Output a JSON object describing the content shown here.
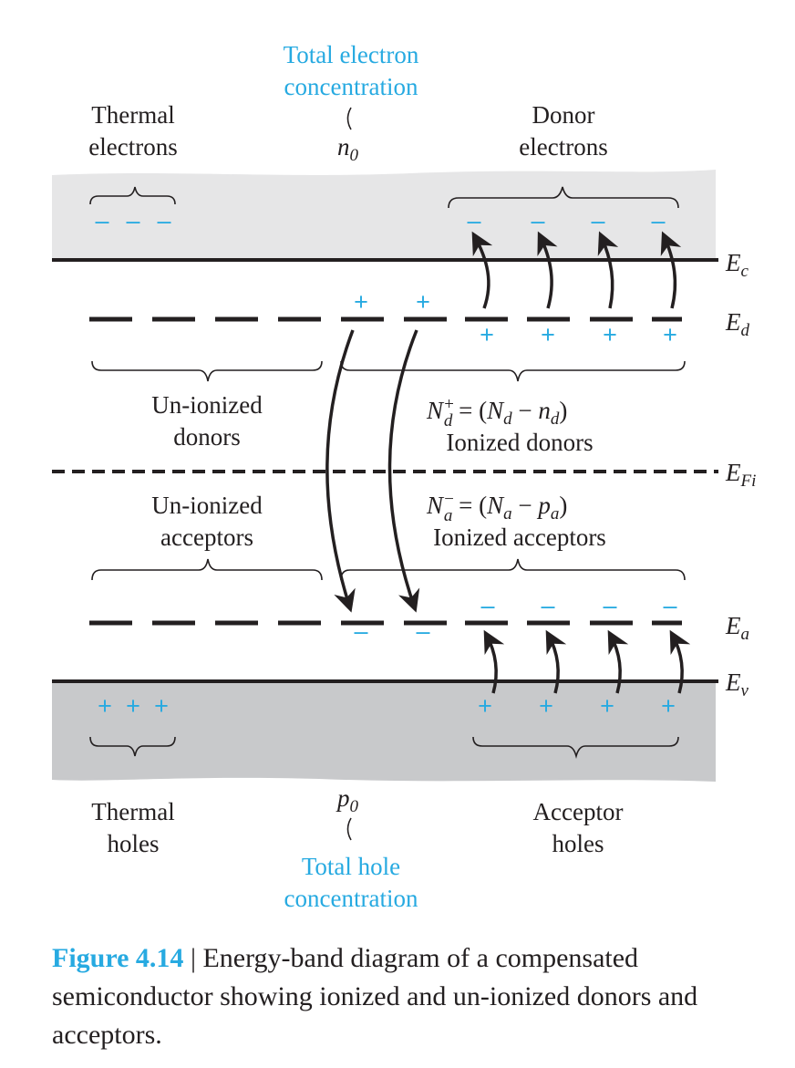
{
  "labels": {
    "total_electron_line1": "Total electron",
    "total_electron_line2": "concentration",
    "n0": "n",
    "n0_sub": "0",
    "thermal_electrons_line1": "Thermal",
    "thermal_electrons_line2": "electrons",
    "donor_electrons_line1": "Donor",
    "donor_electrons_line2": "electrons",
    "unionized_donors_line1": "Un-ionized",
    "unionized_donors_line2": "donors",
    "ionized_donors": "Ionized donors",
    "unionized_acceptors_line1": "Un-ionized",
    "unionized_acceptors_line2": "acceptors",
    "ionized_acceptors": "Ionized acceptors",
    "p0": "p",
    "p0_sub": "0",
    "thermal_holes_line1": "Thermal",
    "thermal_holes_line2": "holes",
    "acceptor_holes_line1": "Acceptor",
    "acceptor_holes_line2": "holes",
    "total_hole_line1": "Total hole",
    "total_hole_line2": "concentration"
  },
  "levels": {
    "Ec": {
      "sym": "E",
      "sub": "c"
    },
    "Ed": {
      "sym": "E",
      "sub": "d"
    },
    "EFi": {
      "sym": "E",
      "sub": "Fi"
    },
    "Ea": {
      "sym": "E",
      "sub": "a"
    },
    "Ev": {
      "sym": "E",
      "sub": "v"
    }
  },
  "equations": {
    "donor": {
      "N": "N",
      "sup": "+",
      "sub": "d",
      "rest_eq": " = (",
      "N2": "N",
      "sub2": "d",
      "minus": " − ",
      "n": "n",
      "sub3": "d",
      "close": ")"
    },
    "acceptor": {
      "N": "N",
      "sup": "−",
      "sub": "a",
      "rest_eq": " = (",
      "N2": "N",
      "sub2": "a",
      "minus": " − ",
      "p": "p",
      "sub3": "a",
      "close": ")"
    }
  },
  "signs": {
    "plus": "+",
    "minus": "–"
  },
  "caption": {
    "figure": "Figure 4.14",
    "separator": " | ",
    "text": "Energy-band diagram of a compensated semiconductor showing ionized and un-ionized donors and acceptors."
  },
  "colors": {
    "accent": "#27aae1",
    "ink": "#231f20",
    "conduction_band": "#e6e6e7",
    "valence_band": "#c8c9cb"
  }
}
